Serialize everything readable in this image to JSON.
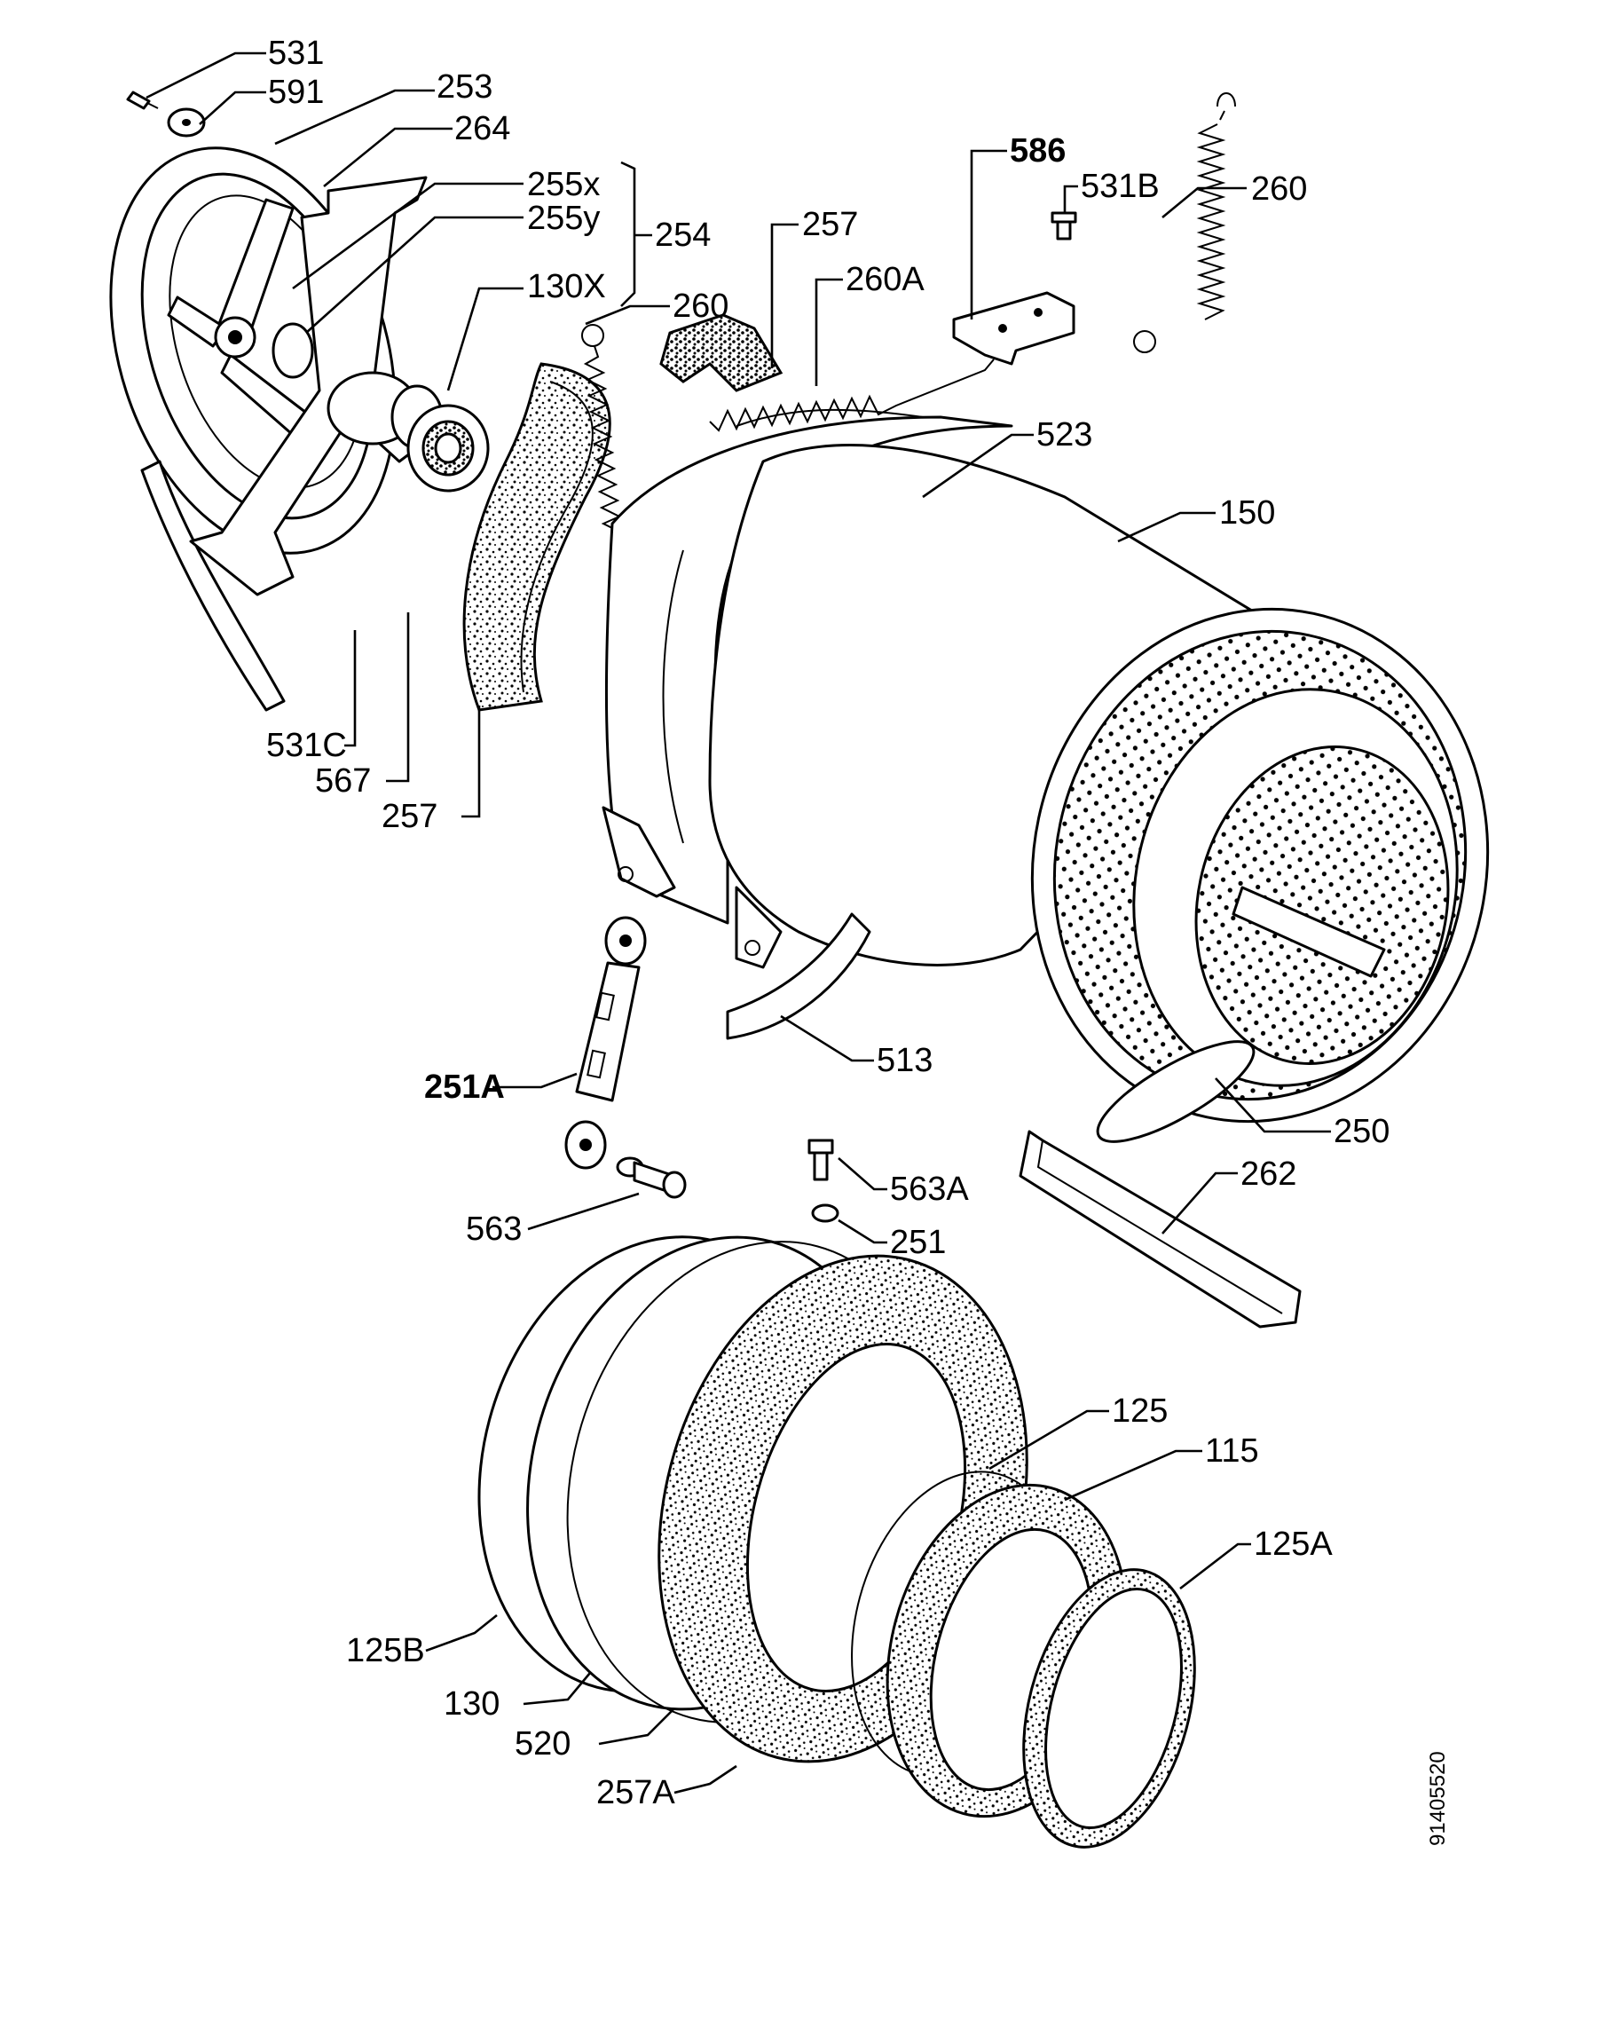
{
  "document_number": "91405520",
  "labels": [
    {
      "id": "531",
      "text": "531"
    },
    {
      "id": "591",
      "text": "591"
    },
    {
      "id": "253",
      "text": "253"
    },
    {
      "id": "264",
      "text": "264"
    },
    {
      "id": "255x",
      "text": "255x"
    },
    {
      "id": "255y",
      "text": "255y"
    },
    {
      "id": "130x",
      "text": "130X"
    },
    {
      "id": "254",
      "text": "254"
    },
    {
      "id": "260a",
      "text": "260"
    },
    {
      "id": "257a",
      "text": "257"
    },
    {
      "id": "260A",
      "text": "260A"
    },
    {
      "id": "586",
      "text": "586"
    },
    {
      "id": "531B",
      "text": "531B"
    },
    {
      "id": "260b",
      "text": "260"
    },
    {
      "id": "523",
      "text": "523"
    },
    {
      "id": "150",
      "text": "150"
    },
    {
      "id": "531C",
      "text": "531C"
    },
    {
      "id": "567",
      "text": "567"
    },
    {
      "id": "257b",
      "text": "257"
    },
    {
      "id": "251A",
      "text": "251A"
    },
    {
      "id": "513",
      "text": "513"
    },
    {
      "id": "250",
      "text": "250"
    },
    {
      "id": "262",
      "text": "262"
    },
    {
      "id": "563",
      "text": "563"
    },
    {
      "id": "563A",
      "text": "563A"
    },
    {
      "id": "251",
      "text": "251"
    },
    {
      "id": "125",
      "text": "125"
    },
    {
      "id": "115",
      "text": "115"
    },
    {
      "id": "125A",
      "text": "125A"
    },
    {
      "id": "125B",
      "text": "125B"
    },
    {
      "id": "130",
      "text": "130"
    },
    {
      "id": "520",
      "text": "520"
    },
    {
      "id": "257A",
      "text": "257A"
    }
  ]
}
